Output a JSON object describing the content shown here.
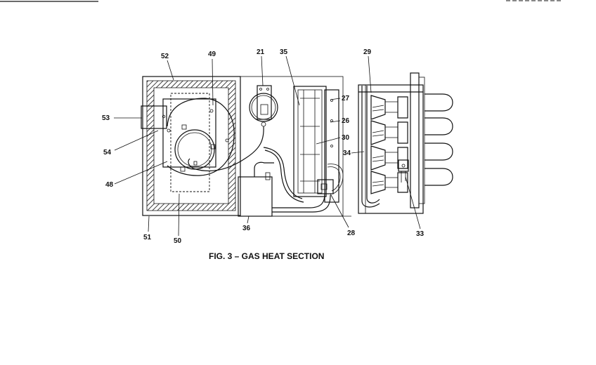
{
  "caption": "FIG. 3 – GAS HEAT SECTION",
  "callouts": {
    "c52": "52",
    "c49": "49",
    "c21": "21",
    "c35": "35",
    "c29": "29",
    "c27": "27",
    "c26": "26",
    "c30": "30",
    "c34": "34",
    "c53": "53",
    "c54": "54",
    "c48": "48",
    "c51": "51",
    "c50": "50",
    "c36": "36",
    "c28": "28",
    "c33": "33"
  }
}
